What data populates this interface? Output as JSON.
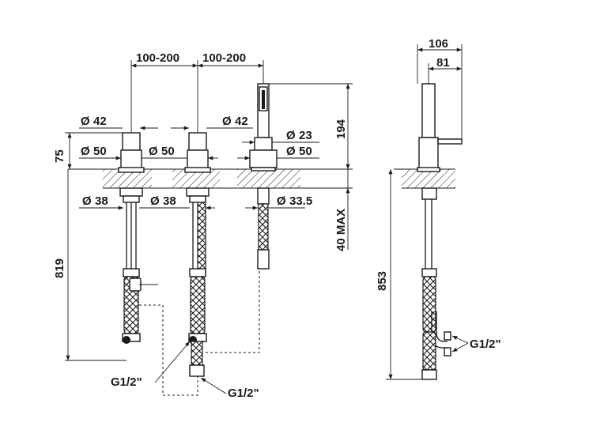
{
  "dimensions": {
    "spacing_1": "100-200",
    "spacing_2": "100-200",
    "dia_42_left": "42",
    "dia_42_mid": "42",
    "dia_50_left": "50",
    "dia_50_mid": "50",
    "dia_38_left": "38",
    "dia_38_mid": "38",
    "dia_23": "23",
    "dia_50_right": "50",
    "dia_33_5": "33.5",
    "height_75": "75",
    "height_194": "194",
    "depth_40max": "40 MAX",
    "length_819": "819",
    "width_106": "106",
    "width_81": "81",
    "length_853": "853"
  },
  "connections": {
    "g_left": "G1/2\"",
    "g_bottom": "G1/2\"",
    "g_side": "G1/2\""
  },
  "symbols": {
    "diameter": "Ø"
  }
}
